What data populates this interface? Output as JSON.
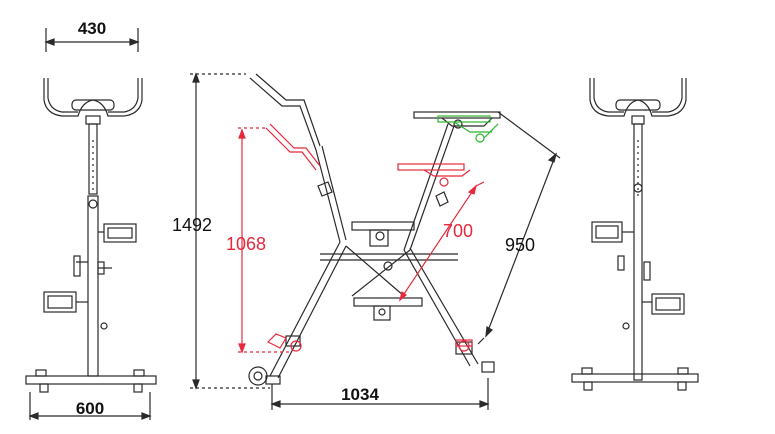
{
  "dimensions": {
    "front_width": "430",
    "base_width": "600",
    "total_height": "1492",
    "red_height": "1068",
    "red_reach": "700",
    "reach": "950",
    "length": "1034"
  },
  "colors": {
    "line": "#2a2a2a",
    "red": "#e8283c",
    "green": "#2db52d",
    "text": "#111111"
  }
}
